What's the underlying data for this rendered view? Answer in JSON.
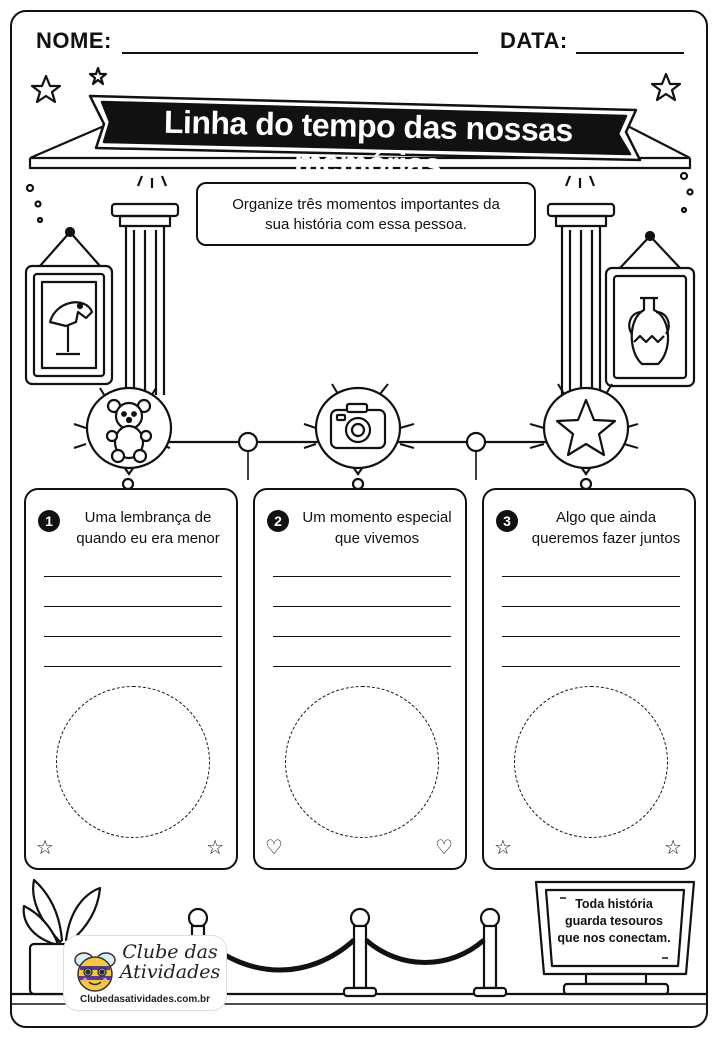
{
  "header": {
    "name_label": "NOME:",
    "date_label": "DATA:"
  },
  "title": "Linha do tempo das nossas memórias",
  "instruction": {
    "line1": "Organize três momentos importantes da",
    "line2": "sua história com essa pessoa."
  },
  "timeline_icons": [
    "teddy-bear-icon",
    "camera-icon",
    "star-icon"
  ],
  "cards": [
    {
      "number": "1",
      "title_line1": "Uma lembrança de",
      "title_line2": "quando eu era menor",
      "corner_icon": "star-icon"
    },
    {
      "number": "2",
      "title_line1": "Um momento especial",
      "title_line2": "que vivemos",
      "corner_icon": "heart-icon"
    },
    {
      "number": "3",
      "title_line1": "Algo que ainda",
      "title_line2": "queremos fazer juntos",
      "corner_icon": "star-icon"
    }
  ],
  "plaque": {
    "line1": "Toda história",
    "line2": "guarda tesouros",
    "line3": "que nos conectam."
  },
  "logo": {
    "name_line1": "Clube das",
    "name_line2": "Atividades",
    "url": "Clubedasatividades.com.br"
  },
  "colors": {
    "ink": "#111111",
    "paper": "#ffffff"
  }
}
